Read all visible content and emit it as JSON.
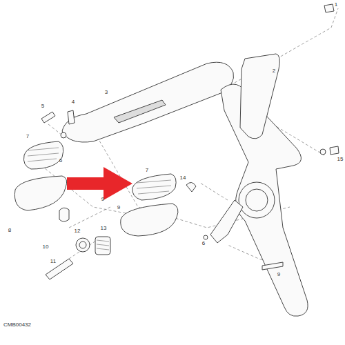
{
  "diagram": {
    "labels": [
      "1",
      "2",
      "3",
      "4",
      "5",
      "7",
      "6",
      "7",
      "14",
      "15",
      "9",
      "8",
      "9",
      "12",
      "13",
      "10",
      "6",
      "11",
      "9",
      "CMB00432"
    ]
  }
}
